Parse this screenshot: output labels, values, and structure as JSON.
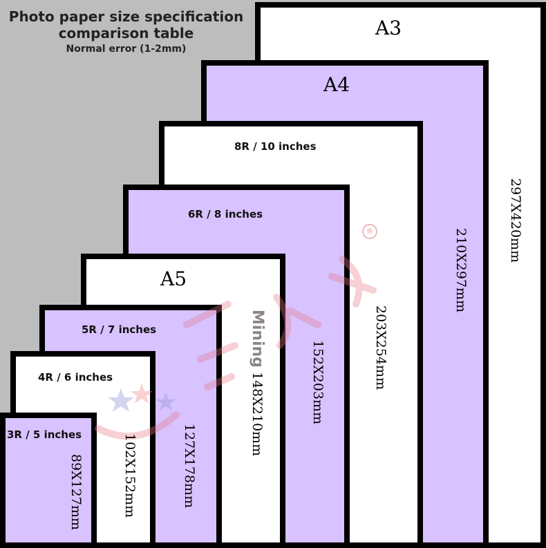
{
  "header": {
    "line1": "Photo paper size specification",
    "line2": "comparison table",
    "line3": "Normal error (1-2mm)"
  },
  "colors": {
    "background": "#bdbdbd",
    "white_sheet": "#ffffff",
    "purple_sheet": "#d8c2ff",
    "border": "#000000"
  },
  "sizes": [
    {
      "name": "A3",
      "dimensions": "297X420mm",
      "fill": "white"
    },
    {
      "name": "A4",
      "dimensions": "210X297mm",
      "fill": "purple"
    },
    {
      "name": "8R / 10 inches",
      "dimensions": "203X254mm",
      "fill": "white"
    },
    {
      "name": "6R / 8 inches",
      "dimensions": "152X203mm",
      "fill": "purple"
    },
    {
      "name": "A5",
      "dimensions": "148X210mm",
      "fill": "white"
    },
    {
      "name": "5R / 7 inches",
      "dimensions": "127X178mm",
      "fill": "purple"
    },
    {
      "name": "4R / 6 inches",
      "dimensions": "102X152mm",
      "fill": "white"
    },
    {
      "name": "3R / 5 inches",
      "dimensions": "89X127mm",
      "fill": "purple"
    }
  ],
  "watermark": {
    "text": "Mining",
    "registered_mark": "®"
  }
}
